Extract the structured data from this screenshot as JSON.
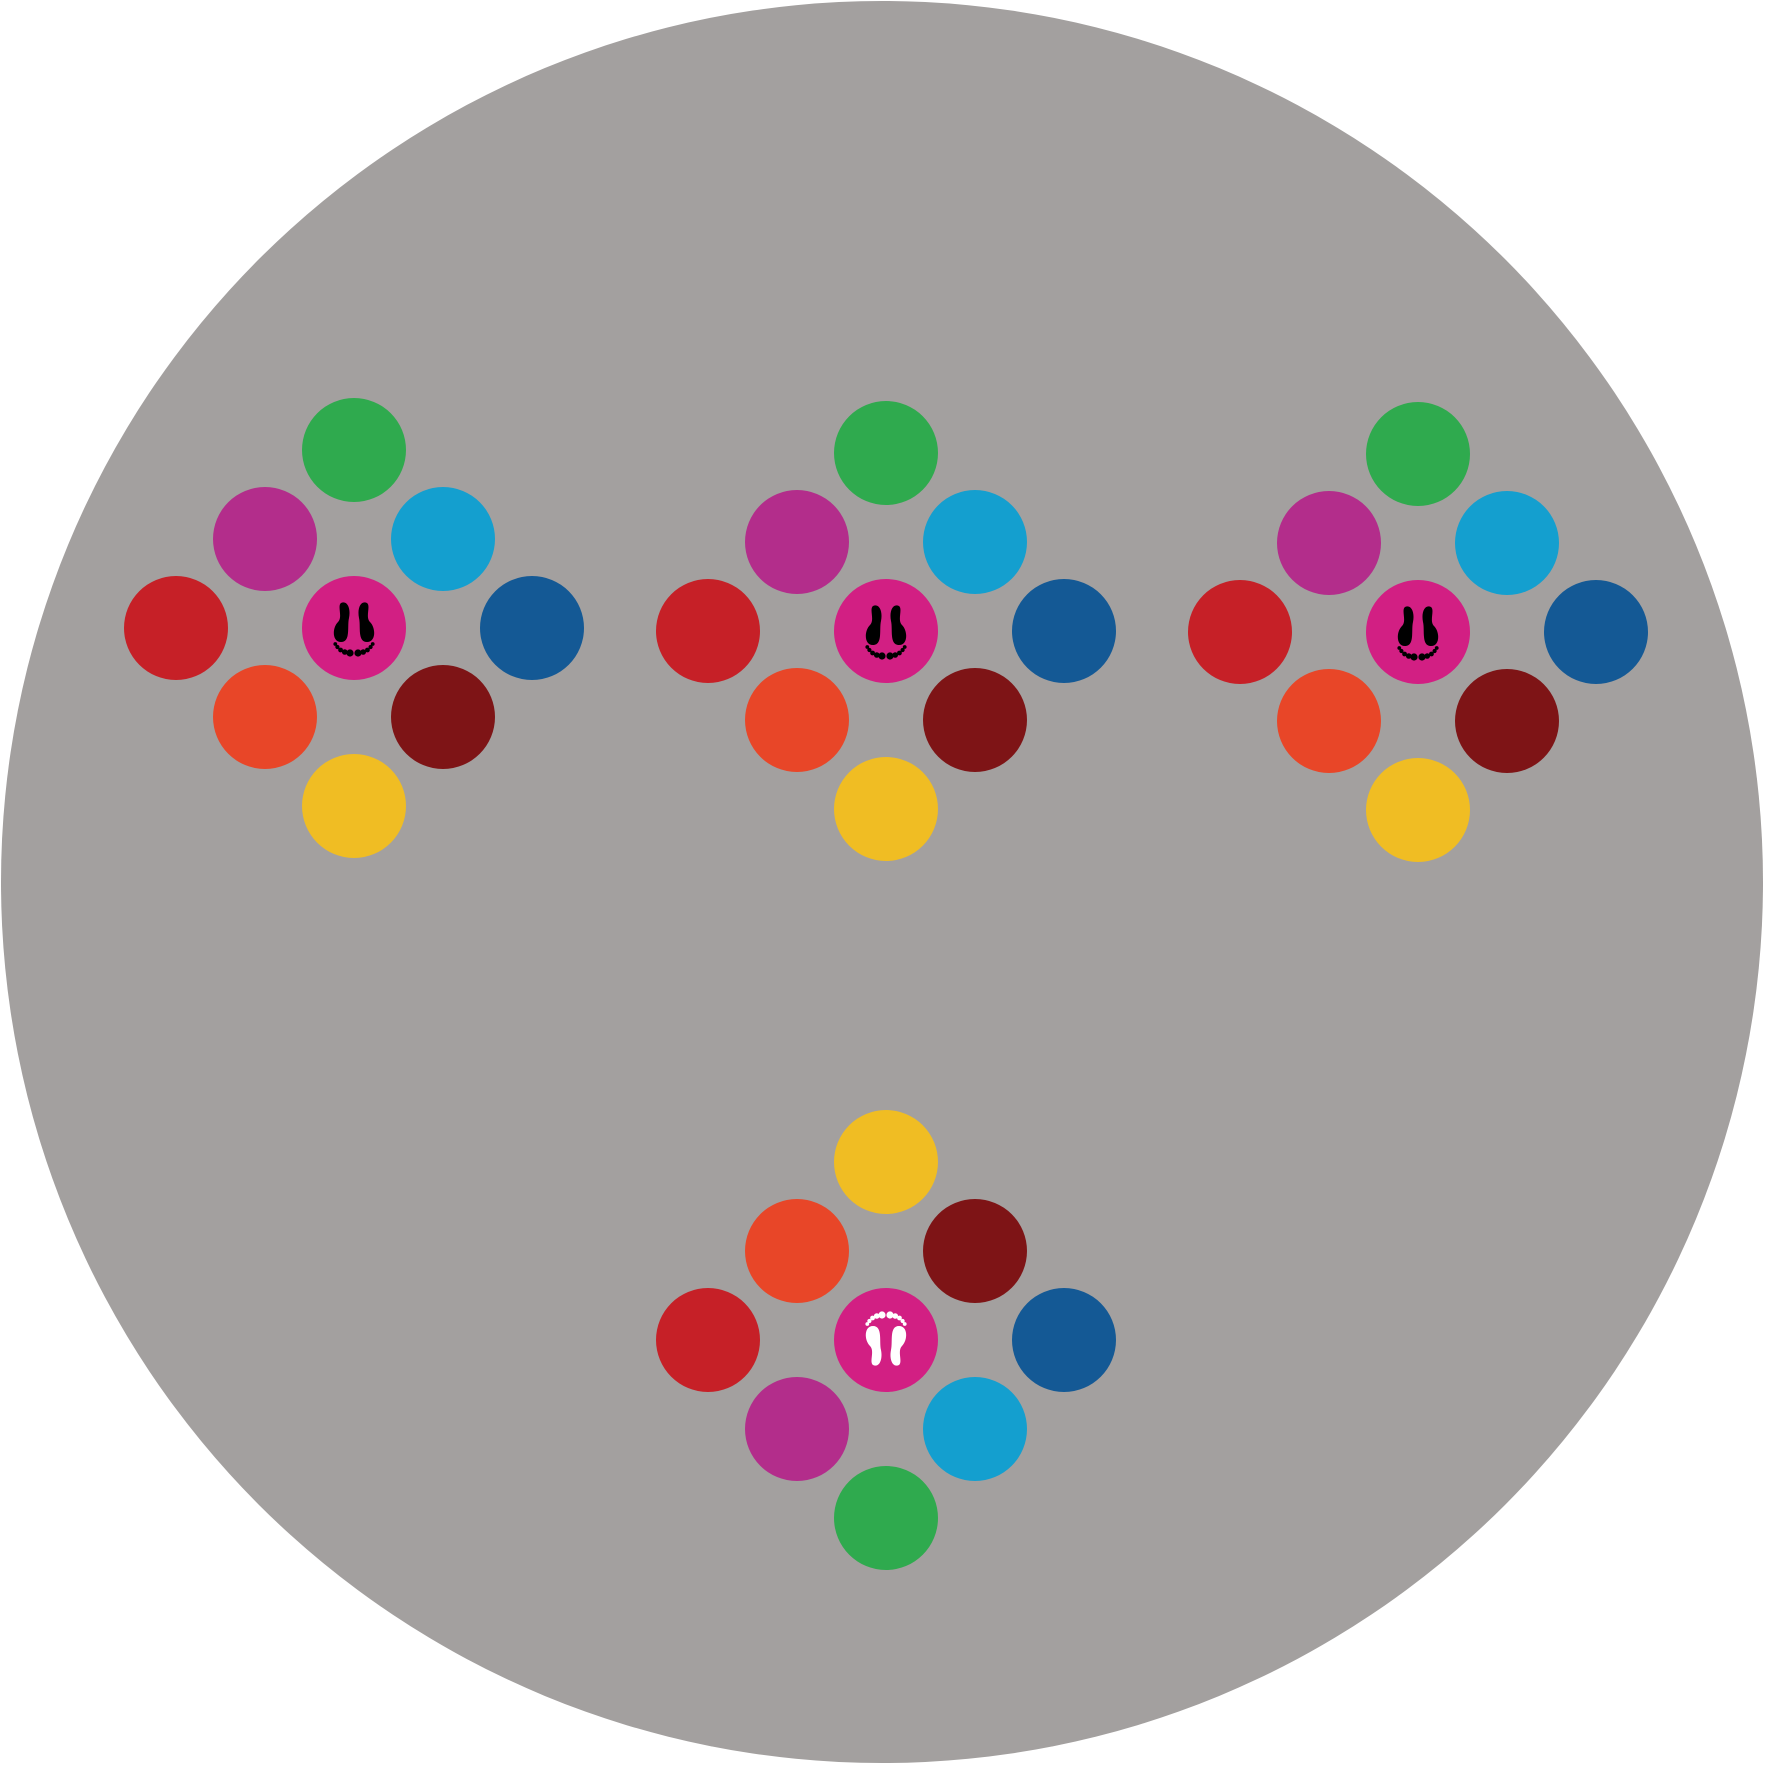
{
  "mat": {
    "shape": "circle",
    "background_color": "#a3a09f",
    "outer_color": "#ffffff"
  },
  "palette": {
    "green": "#2faa4e",
    "purple": "#b32d8b",
    "light_blue": "#149fcf",
    "red": "#c62027",
    "dark_blue": "#145995",
    "orange": "#e84628",
    "maroon": "#7e1416",
    "yellow": "#f0bd23",
    "magenta": "#d21f83",
    "icon_black": "#000000",
    "icon_white": "#ffffff"
  },
  "clusters": [
    {
      "name": "cluster-top-left",
      "orientation": "toes-down",
      "center_icon": "black-footprints-icon",
      "ring": [
        "green",
        "light_blue",
        "dark_blue",
        "maroon",
        "yellow",
        "orange",
        "red",
        "purple"
      ]
    },
    {
      "name": "cluster-top-middle",
      "orientation": "toes-down",
      "center_icon": "black-footprints-icon",
      "ring": [
        "green",
        "light_blue",
        "dark_blue",
        "maroon",
        "yellow",
        "orange",
        "red",
        "purple"
      ]
    },
    {
      "name": "cluster-top-right",
      "orientation": "toes-down",
      "center_icon": "black-footprints-icon",
      "ring": [
        "green",
        "light_blue",
        "dark_blue",
        "maroon",
        "yellow",
        "orange",
        "red",
        "purple"
      ]
    },
    {
      "name": "cluster-bottom",
      "orientation": "toes-up",
      "center_icon": "white-footprints-icon",
      "ring": [
        "yellow",
        "maroon",
        "dark_blue",
        "light_blue",
        "green",
        "purple",
        "red",
        "orange"
      ]
    }
  ]
}
